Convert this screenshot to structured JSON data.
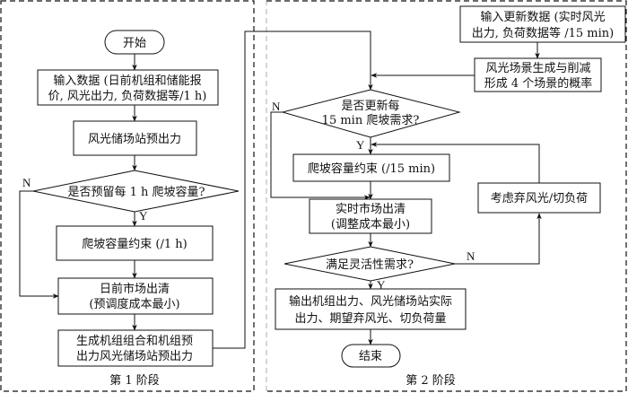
{
  "stage1": {
    "label": "第 1 阶段",
    "start": "开始",
    "input_data": [
      "输入数据 (日前机组和储能报",
      "价, 风光出力, 负荷数据等/1 h)"
    ],
    "preoutput": "风光储场站预出力",
    "decision_ramp": "是否预留每 1 h 爬坡容量?",
    "ramp_constraint": "爬坡容量约束 (/1 h)",
    "dayahead_clearing": [
      "日前市场出清",
      "(预调度成本最小)"
    ],
    "generate": [
      "生成机组组合和机组预",
      "出力风光储场站预出力"
    ],
    "yes": "Y",
    "no": "N"
  },
  "stage2": {
    "label": "第 2 阶段",
    "input_update": [
      "输入更新数据 (实时风光",
      "出力, 负荷数据等 /15 min)"
    ],
    "scenario": [
      "风光场景生成与削减",
      "形成 4 个场景的概率"
    ],
    "decision_update": [
      "是否更新每",
      "15 min 爬坡需求?"
    ],
    "ramp_constraint": "爬坡容量约束 (/15 min)",
    "realtime_clearing": [
      "实时市场出清",
      "(调整成本最小)"
    ],
    "decision_flex": "满足灵活性需求?",
    "curtail": "考虑弃风光/切负荷",
    "output": [
      "输出机组出力、风光储场站实际",
      "出力、期望弃风光、切负荷量"
    ],
    "end": "结束",
    "yes": "Y",
    "no": "N"
  }
}
